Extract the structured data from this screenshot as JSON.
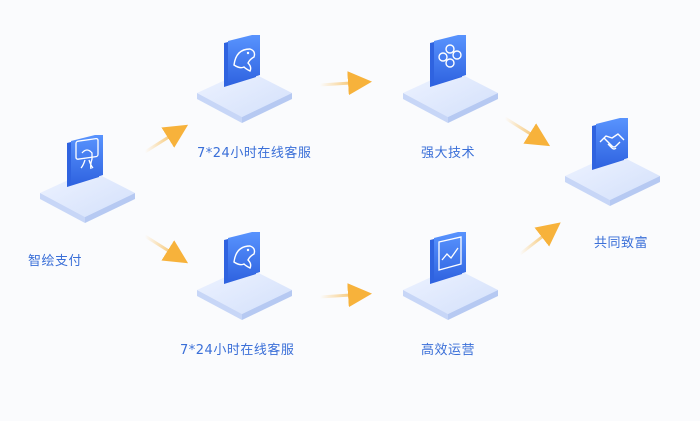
{
  "nodes": {
    "pay": {
      "label": "智绘支付",
      "icon": "octopus-icon"
    },
    "service_top": {
      "label": "7*24小时在线客服",
      "icon": "dolphin-icon"
    },
    "service_bottom": {
      "label": "7*24小时在线客服",
      "icon": "dolphin-icon"
    },
    "tech": {
      "label": "强大技术",
      "icon": "flower-icon"
    },
    "ops": {
      "label": "高效运营",
      "icon": "chart-icon"
    },
    "wealth": {
      "label": "共同致富",
      "icon": "handshake-icon"
    }
  },
  "colors": {
    "accent": "#3a6fd8",
    "arrow": "#f7b23b",
    "plate": "#dfe8fb",
    "icon_card": "#3f7cf0"
  }
}
